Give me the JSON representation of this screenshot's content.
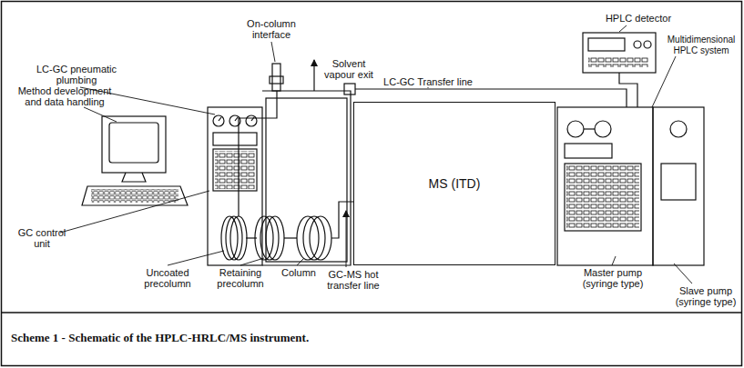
{
  "diagram": {
    "caption": "Scheme 1 - Schematic of the HPLC-HRLC/MS instrument.",
    "nodes": [
      {
        "text": [
          "MS (ITD)"
        ]
      }
    ],
    "labels": [
      "LC-GC pneumatic plumbing",
      "On-column interface",
      "Solvent vapour exit",
      "LC-GC Transfer line",
      "HPLC detector",
      "Multidimensional HPLC system",
      "Method development and data handling",
      "GC control unit",
      "Uncoated precolumn",
      "Retaining precolumn",
      "Column",
      "GC-MS hot transfer line",
      "Master pump (syringe type)",
      "Slave pump (syringe type)"
    ]
  }
}
